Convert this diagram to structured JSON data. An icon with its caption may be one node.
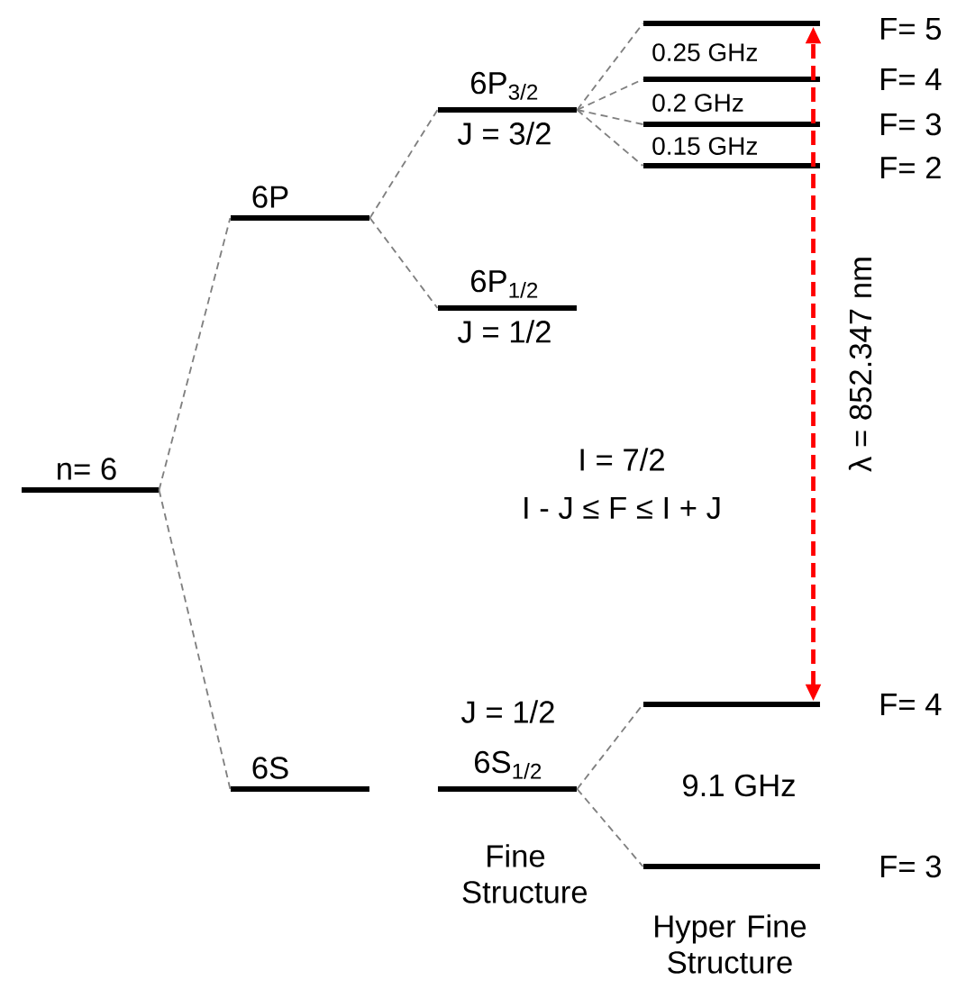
{
  "diagram": {
    "nodes": [
      {
        "text": [
          "n= 6"
        ]
      },
      {
        "text": [
          "6P"
        ]
      },
      {
        "text": [
          "6S"
        ]
      },
      {
        "text": [
          "6P$_{3/2}$",
          "J = 3/2"
        ]
      },
      {
        "text": [
          "6P$_{1/2}$",
          "J = 1/2"
        ]
      },
      {
        "text": [
          "J = 1/2",
          "6S$_{1/2}$"
        ]
      },
      {
        "text": [
          "F= 5"
        ]
      },
      {
        "text": [
          "F= 4"
        ]
      },
      {
        "text": [
          "F= 3"
        ]
      },
      {
        "text": [
          "F= 2"
        ]
      },
      {
        "text": [
          "F= 4"
        ]
      },
      {
        "text": [
          "F= 3"
        ]
      }
    ],
    "edges": [
      {
        "from": 0,
        "to": 1,
        "arrow": "none"
      },
      {
        "from": 0,
        "to": 2,
        "arrow": "none"
      },
      {
        "from": 1,
        "to": 3,
        "arrow": "none"
      },
      {
        "from": 1,
        "to": 4,
        "arrow": "none"
      },
      {
        "from": 3,
        "to": 6,
        "arrow": "none"
      },
      {
        "from": 3,
        "to": 7,
        "arrow": "none"
      },
      {
        "from": 3,
        "to": 8,
        "arrow": "none"
      },
      {
        "from": 3,
        "to": 9,
        "arrow": "none"
      },
      {
        "from": 5,
        "to": 10,
        "arrow": "none"
      },
      {
        "from": 5,
        "to": 11,
        "arrow": "none"
      },
      {
        "from": 10,
        "to": 6,
        "arrow": "both",
        "style": "dashed",
        "color": "#ff0000",
        "label": "λ = 852.347 nm"
      }
    ],
    "labels": [
      "0.25 GHz",
      "0.2 GHz",
      "0.15 GHz",
      "I = 7/2",
      "I - J ≤ F ≤ I + J",
      "9.1 GHz",
      "Fine Structure",
      "Hyper Fine Structure"
    ]
  }
}
